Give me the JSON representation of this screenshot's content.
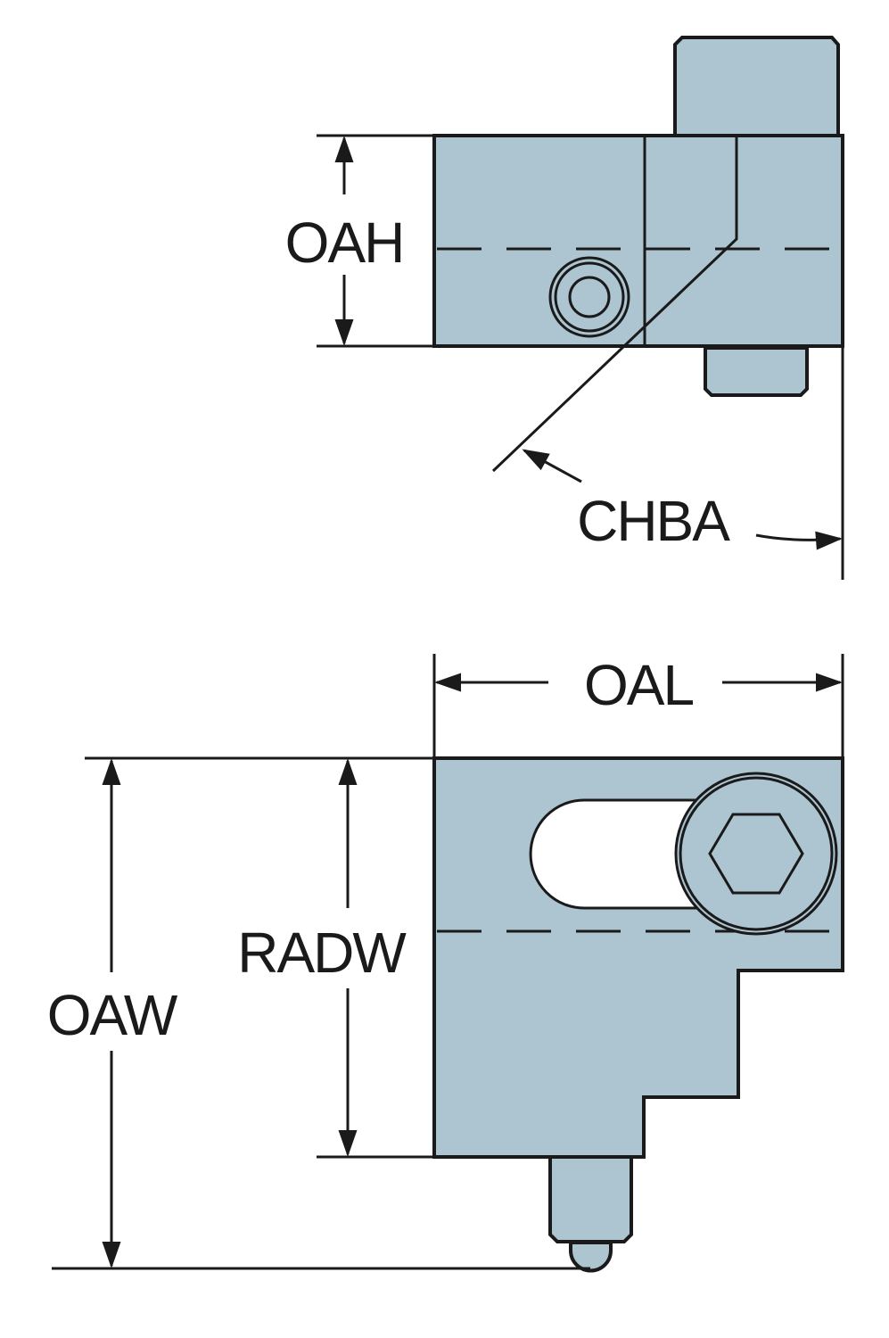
{
  "colors": {
    "part_fill": "#adc4d1",
    "line": "#1a1a1a"
  },
  "labels": {
    "oah": "OAH",
    "chba": "CHBA",
    "oal": "OAL",
    "radw": "RADW",
    "oaw": "OAW"
  }
}
